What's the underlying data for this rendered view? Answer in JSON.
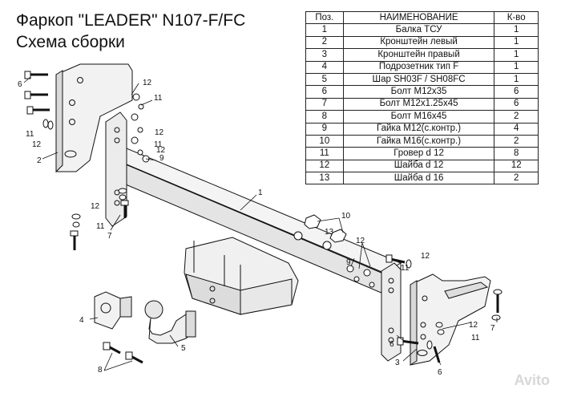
{
  "header": {
    "title": "Фаркоп \"LEADER\" N107-F/FC",
    "subtitle": "Схема сборки"
  },
  "table": {
    "headers": [
      "Поз.",
      "НАИМЕНОВАНИЕ",
      "К-во"
    ],
    "rows": [
      [
        "1",
        "Балка ТСУ",
        "1"
      ],
      [
        "2",
        "Кронштейн левый",
        "1"
      ],
      [
        "3",
        "Кронштейн правый",
        "1"
      ],
      [
        "4",
        "Подрозетник тип F",
        "1"
      ],
      [
        "5",
        "Шар SH03F / SH08FC",
        "1"
      ],
      [
        "6",
        "Болт М12х35",
        "6"
      ],
      [
        "7",
        "Болт М12х1.25х45",
        "6"
      ],
      [
        "8",
        "Болт М16х45",
        "2"
      ],
      [
        "9",
        "Гайка  М12(с.контр.)",
        "4"
      ],
      [
        "10",
        "Гайка  М16(с.контр.)",
        "2"
      ],
      [
        "11",
        "Гровер d 12",
        "8"
      ],
      [
        "12",
        "Шайба d 12",
        "12"
      ],
      [
        "13",
        "Шайба d 16",
        "2"
      ]
    ]
  },
  "callouts": {
    "n1": "1",
    "n2": "2",
    "n3": "3",
    "n4": "4",
    "n5": "5",
    "n6": "6",
    "n7": "7",
    "n8": "8",
    "n9": "9",
    "n10": "10",
    "n11": "11",
    "n12": "12",
    "n13": "13"
  },
  "watermark": "Avito"
}
